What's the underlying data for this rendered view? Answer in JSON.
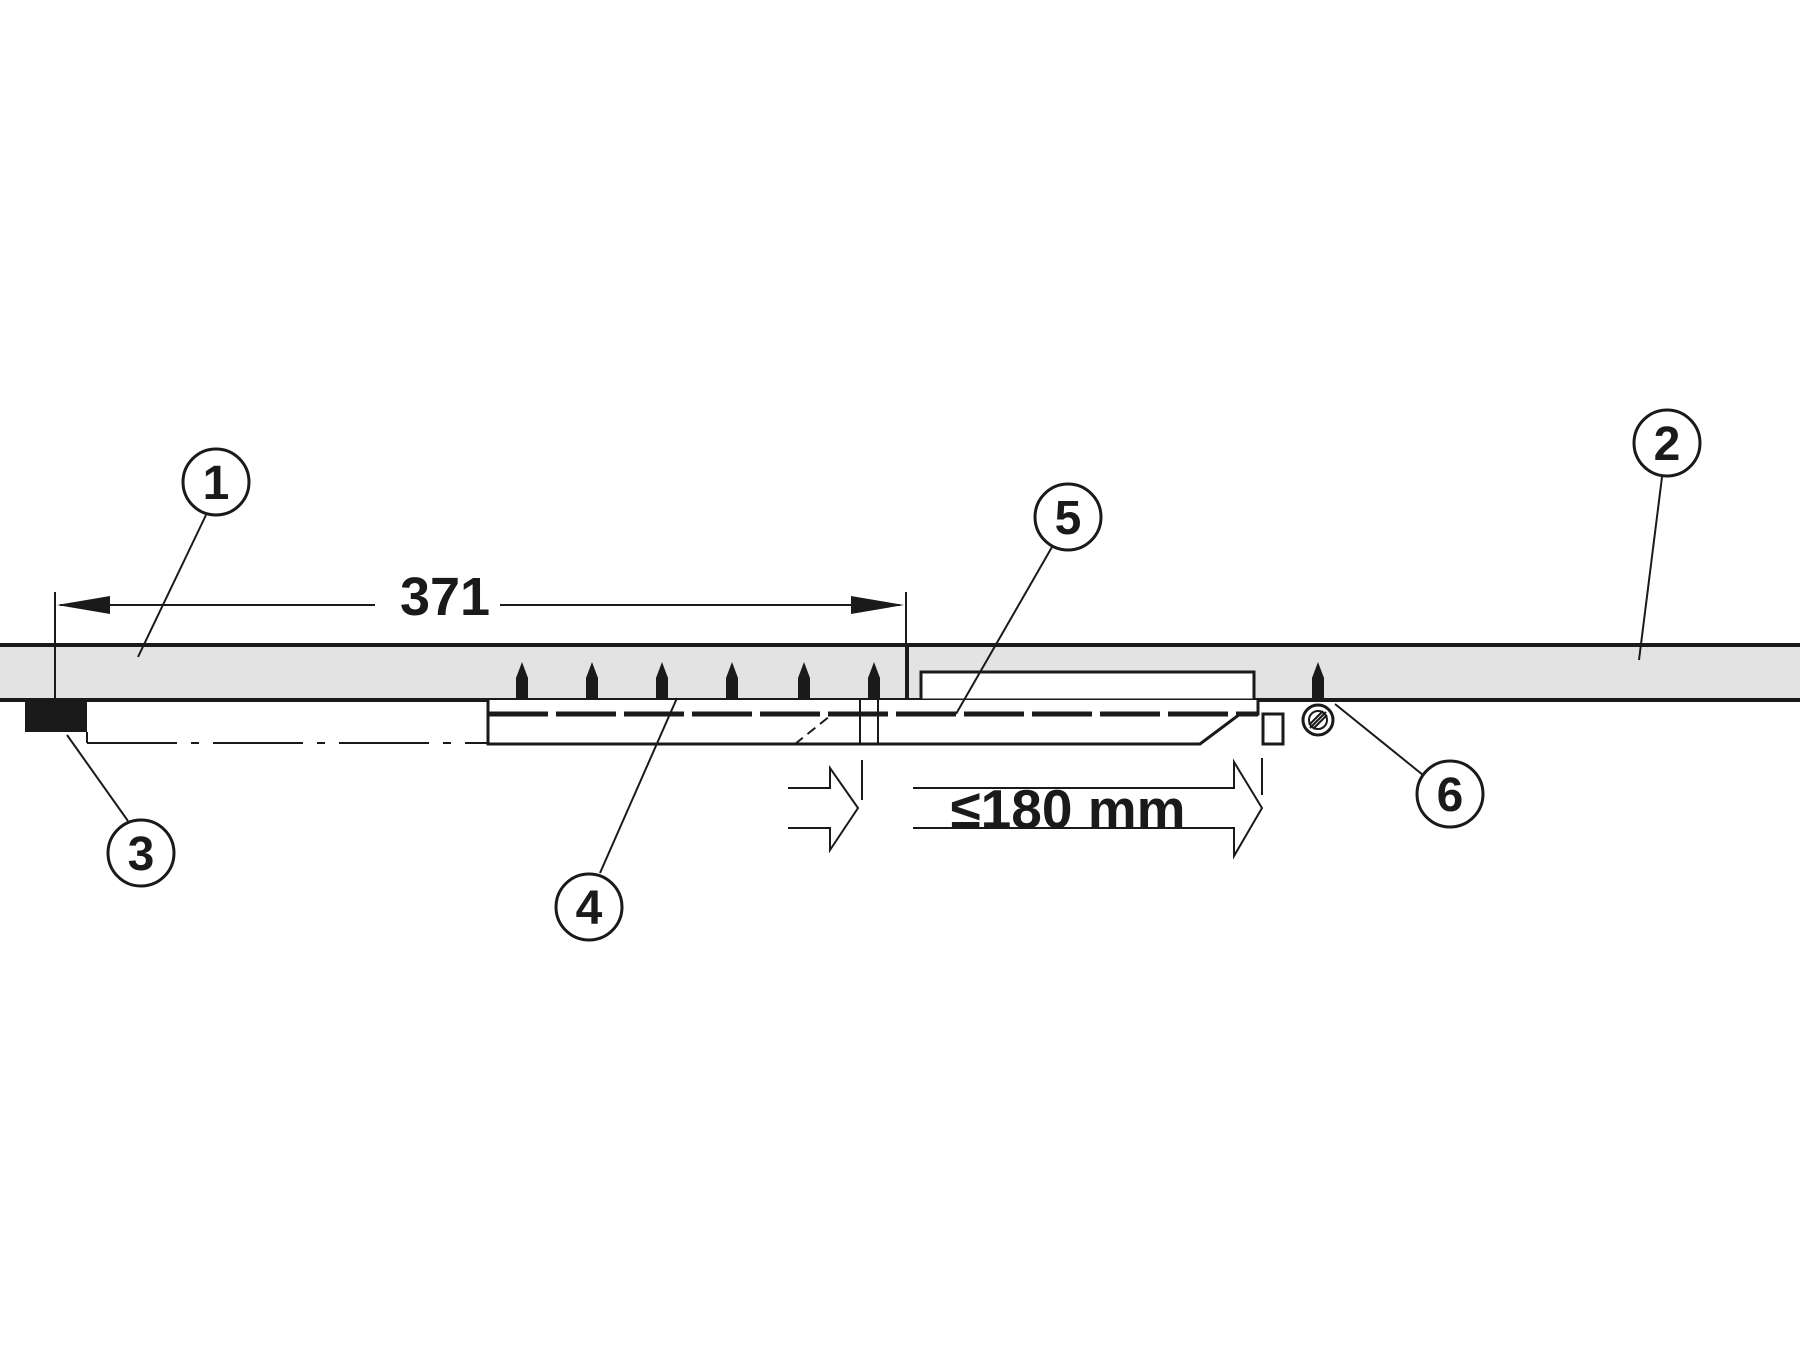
{
  "diagram": {
    "dimension_main": "371",
    "dimension_travel": "≤180 mm",
    "callouts": [
      "1",
      "2",
      "3",
      "4",
      "5",
      "6"
    ],
    "colors": {
      "panel": "#e3e3e3",
      "line": "#1a1a1a",
      "background": "#ffffff"
    }
  }
}
